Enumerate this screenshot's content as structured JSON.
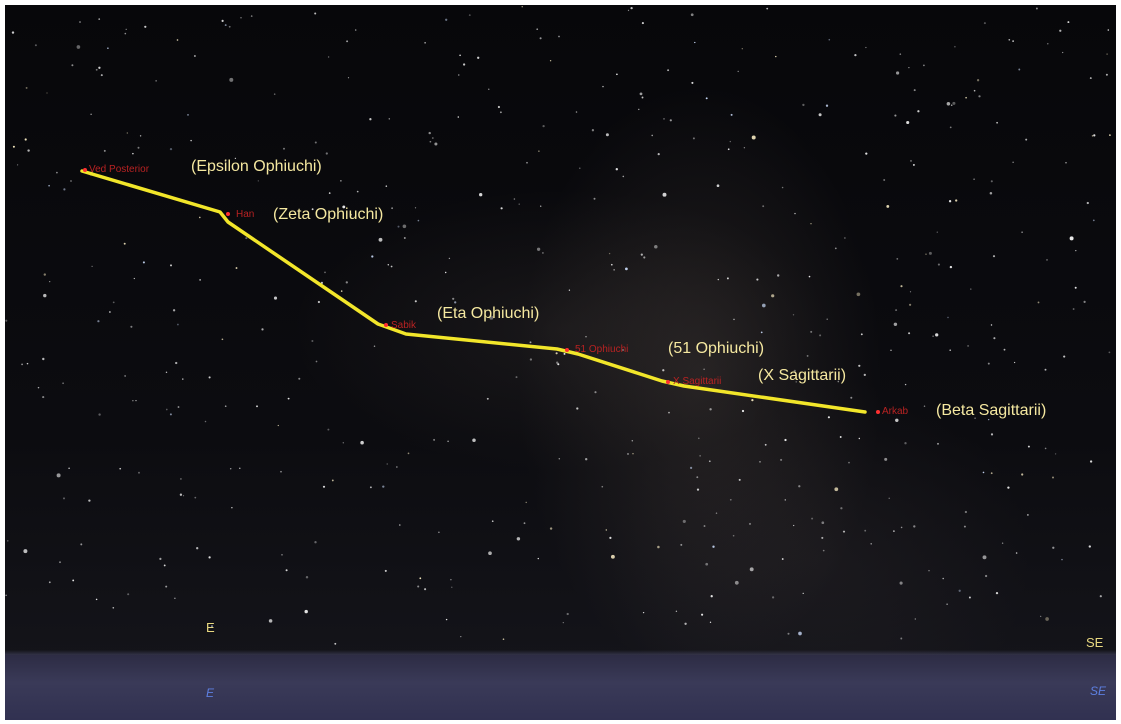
{
  "stars": [
    {
      "id": "ved",
      "label": "Ved Posterior",
      "designation": "(Epsilon Ophiuchi)"
    },
    {
      "id": "han",
      "label": "Han",
      "designation": "(Zeta Ophiuchi)"
    },
    {
      "id": "sabik",
      "label": "Sabik",
      "designation": "(Eta Ophiuchi)"
    },
    {
      "id": "o51",
      "label": "51 Ophiuchi",
      "designation": "(51 Ophiuchi)"
    },
    {
      "id": "x-sgr",
      "label": "X Sagittarii",
      "designation": "(X Sagittarii)"
    },
    {
      "id": "arkab",
      "label": "Arkab",
      "designation": "(Beta Sagittarii)"
    }
  ],
  "compass": {
    "sky_left": "E",
    "sky_right": "SE",
    "ground_left": "E",
    "ground_right": "SE"
  },
  "colors": {
    "asterism_line": "#f2e62a",
    "star_label": "#b82222",
    "name_label": "#f5e8a0",
    "compass_sky": "#e8d880",
    "compass_ground": "#5d7fe0",
    "ground": "#3a3a58"
  }
}
